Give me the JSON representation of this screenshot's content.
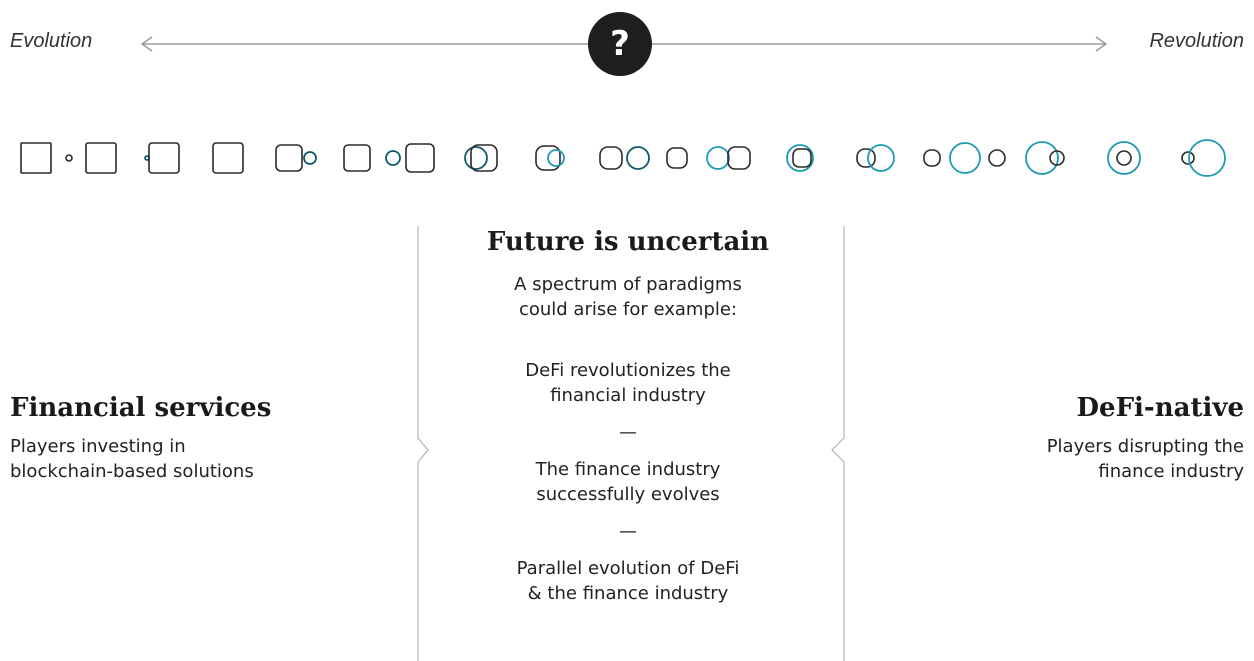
{
  "spectrum": {
    "left_label": "Evolution",
    "right_label": "Revolution",
    "center_symbol": "?",
    "shape_colors": {
      "square": "#2a2a2a",
      "circle": "#1d9bb5",
      "dark_circle": "#0e5a6a"
    }
  },
  "center": {
    "heading": "Future is uncertain",
    "intro_line1": "A spectrum of paradigms",
    "intro_line2": "could arise for example:",
    "items": [
      {
        "line1": "DeFi revolutionizes the",
        "line2": "financial industry"
      },
      {
        "line1": "The finance industry",
        "line2": "successfully evolves"
      },
      {
        "line1": "Parallel evolution of DeFi",
        "line2": "& the finance industry"
      }
    ],
    "separator": "—"
  },
  "left": {
    "heading": "Financial services",
    "line1": "Players investing in",
    "line2": "blockchain-based solutions"
  },
  "right": {
    "heading": "DeFi-native",
    "line1": "Players disrupting the",
    "line2": "finance industry"
  }
}
